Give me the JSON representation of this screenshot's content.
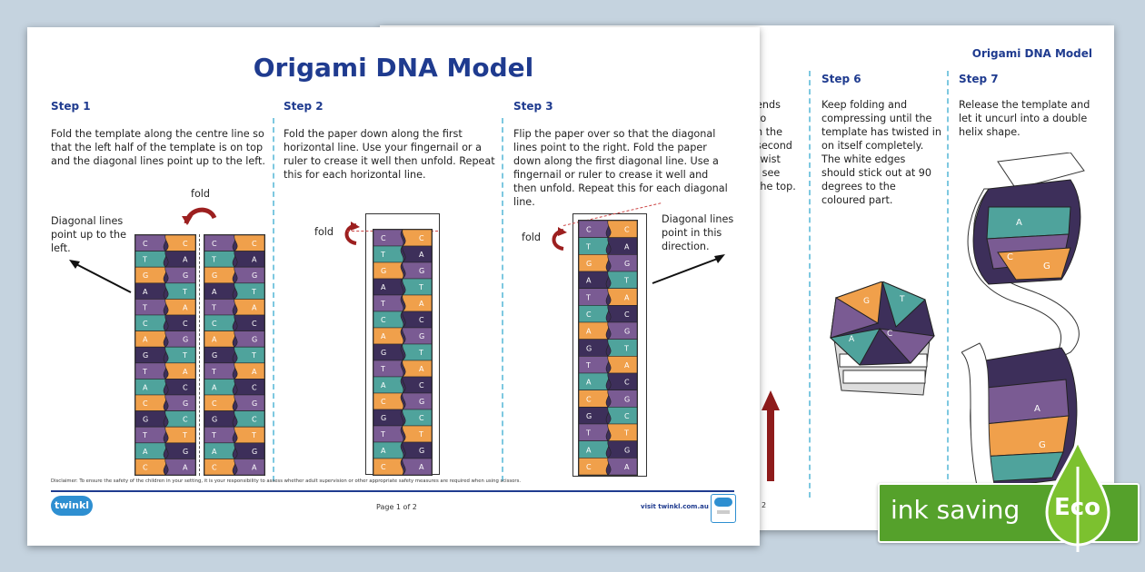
{
  "front": {
    "title": "Origami DNA Model",
    "steps": [
      {
        "label": "Step 1",
        "text": "Fold the template along the centre line so that the left half of the template is on top and the diagonal lines point up to the left."
      },
      {
        "label": "Step 2",
        "text": "Fold the paper down along the first horizontal line. Use your fingernail or a ruler to crease it well then unfold. Repeat this for each horizontal line."
      },
      {
        "label": "Step 3",
        "text": "Flip the paper over so that the diagonal lines point to the right. Fold the paper down along the first diagonal line. Use a fingernail or ruler to crease it well and then unfold. Repeat this for each diagonal line."
      }
    ],
    "annotations": {
      "fold1": "fold",
      "diag_left": "Diagonal lines point up to the left.",
      "fold2": "fold",
      "fold3": "fold",
      "diag_right": "Diagonal lines point in this direction."
    },
    "disclaimer": "Disclaimer: To ensure the safety of the children in your setting, it is your responsibility to assess whether adult supervision or other appropriate safety measures are required when using scissors.",
    "page_number": "Page 1 of 2",
    "url": "visit twinkl.com.au",
    "logo": "twinkl"
  },
  "back": {
    "title": "Origami DNA Model",
    "partial_text": [
      "ends",
      "to",
      "h the",
      "second",
      "twist",
      "l see",
      "the top."
    ],
    "steps": [
      {
        "label": "Step 6",
        "text": "Keep folding and compressing until the template has twisted in on itself completely. The white edges should stick out at 90 degrees to the coloured part."
      },
      {
        "label": "Step 7",
        "text": "Release the template and let it uncurl into a double helix shape."
      }
    ],
    "page_number": "2"
  },
  "badge": {
    "text": "ink saving",
    "eco": "Eco"
  },
  "colors": {
    "navy": "#1f3b8f",
    "teal": "#4fa39c",
    "purple": "#7a5b93",
    "orange": "#f0a04b",
    "dark": "#3d2f5a",
    "eco_green": "#55a12b"
  },
  "letters": [
    "C",
    "T",
    "G",
    "A",
    "T",
    "C",
    "A",
    "G",
    "T",
    "A",
    "C",
    "G",
    "T",
    "A",
    "C",
    "G"
  ]
}
